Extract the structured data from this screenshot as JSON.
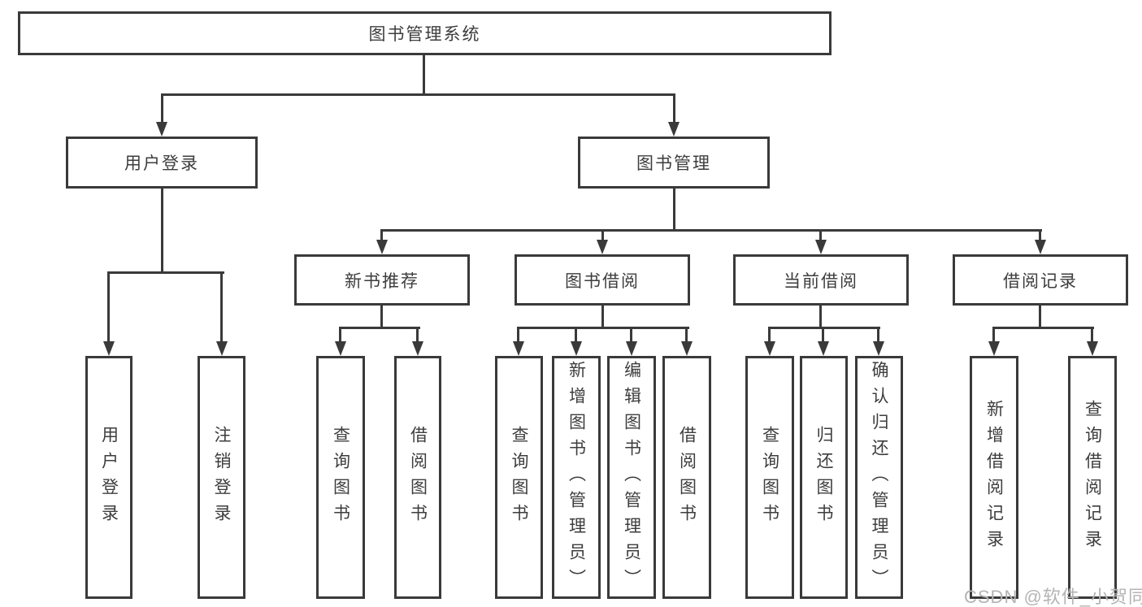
{
  "diagram_type": "hierarchy-tree",
  "watermark": "CSDN @软件_小贺同学",
  "colors": {
    "line": "#3a3a3a",
    "text": "#3d3d3d",
    "background": "#ffffff",
    "watermark": "#b4b4b4"
  },
  "tree": {
    "root": {
      "label": "图书管理系统"
    },
    "branches": [
      {
        "label": "用户登录",
        "children": [
          {
            "label": "用户登录"
          },
          {
            "label": "注销登录"
          }
        ]
      },
      {
        "label": "图书管理",
        "children": [
          {
            "label": "新书推荐",
            "children": [
              {
                "label": "查询图书"
              },
              {
                "label": "借阅图书"
              }
            ]
          },
          {
            "label": "图书借阅",
            "children": [
              {
                "label": "查询图书"
              },
              {
                "label": "新增图书（管理员）"
              },
              {
                "label": "编辑图书（管理员）"
              },
              {
                "label": "借阅图书"
              }
            ]
          },
          {
            "label": "当前借阅",
            "children": [
              {
                "label": "查询图书"
              },
              {
                "label": "归还图书"
              },
              {
                "label": "确认归还（管理员）"
              }
            ]
          },
          {
            "label": "借阅记录",
            "children": [
              {
                "label": "新增借阅记录"
              },
              {
                "label": "查询借阅记录"
              }
            ]
          }
        ]
      }
    ]
  }
}
